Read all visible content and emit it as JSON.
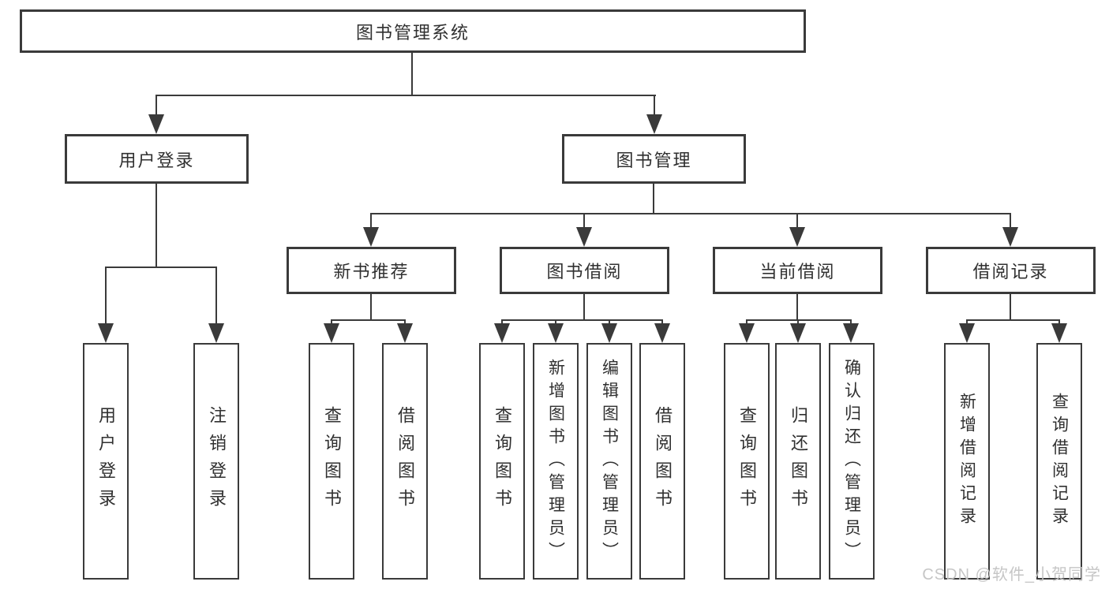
{
  "diagram": {
    "title": "图书管理系统",
    "root": {
      "label": "图书管理系统"
    },
    "level2": {
      "user_login": {
        "label": "用户登录"
      },
      "book_management": {
        "label": "图书管理"
      }
    },
    "level3": {
      "new_book_recommend": {
        "label": "新书推荐"
      },
      "book_borrow": {
        "label": "图书借阅"
      },
      "current_borrow": {
        "label": "当前借阅"
      },
      "borrow_records": {
        "label": "借阅记录"
      }
    },
    "leaves": {
      "user_login": [
        "用户登录",
        "注销登录"
      ],
      "new_book_recommend": [
        "查询图书",
        "借阅图书"
      ],
      "book_borrow": [
        "查询图书",
        "新增图书（管理员）",
        "编辑图书（管理员）",
        "借阅图书"
      ],
      "current_borrow": [
        "查询图书",
        "归还图书",
        "确认归还（管理员）"
      ],
      "borrow_records": [
        "新增借阅记录",
        "查询借阅记录"
      ]
    },
    "watermark": "CSDN @软件_小贺同学",
    "colors": {
      "line": "#3a3a3a",
      "text": "#303030",
      "box_background": "#ffffff",
      "page_background": "#ffffff",
      "watermark": "#c3c3c3"
    }
  }
}
